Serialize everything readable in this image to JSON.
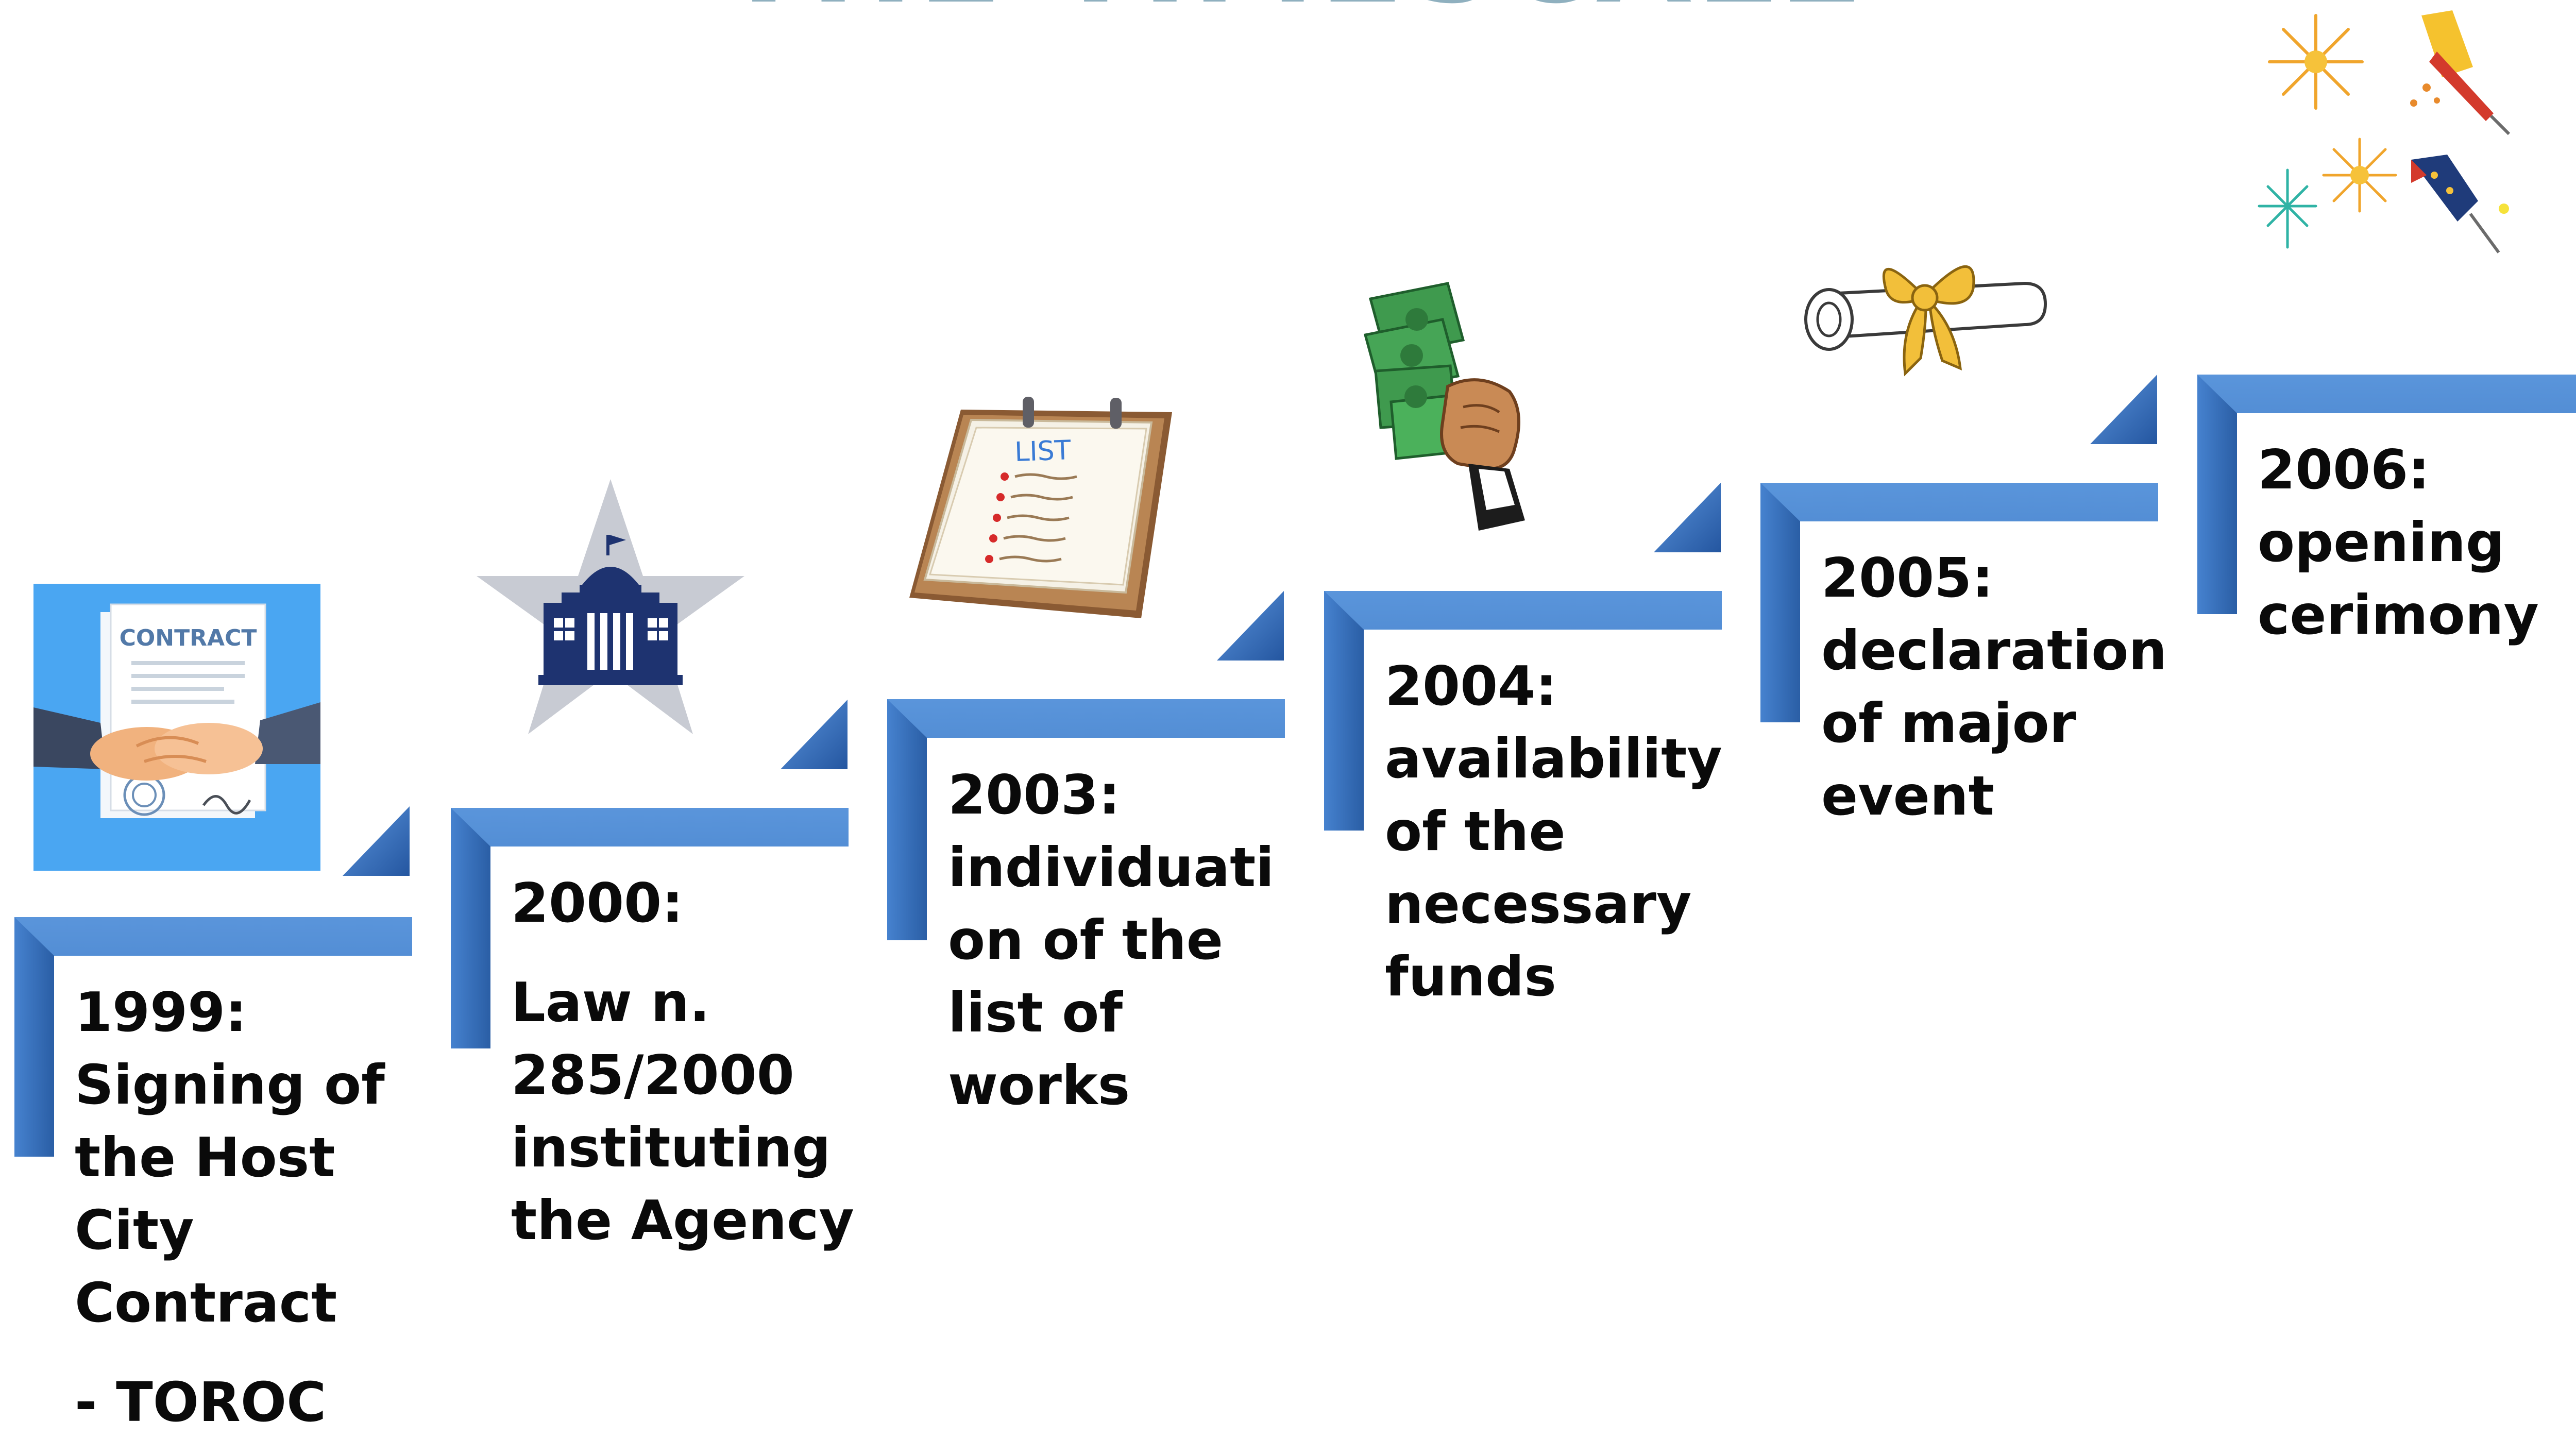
{
  "slide": {
    "title": "THE TIMESCALE"
  },
  "colors": {
    "title": "#8fb0bf",
    "step_blue": "#3d7bc8",
    "step_dark": "#2a5ea5",
    "text": "#0a0a0a"
  },
  "steps": [
    {
      "year_line": "1999:",
      "text_lines": [
        "Signing of",
        "the Host",
        "City",
        "Contract"
      ],
      "extra_line": "- TOROC",
      "icon": "contract-handshake-icon",
      "icon_text": "CONTRACT"
    },
    {
      "year_line": "2000:",
      "text_lines": [
        "Law  n.",
        "285/2000",
        "instituting",
        "the Agency"
      ],
      "icon": "government-building-star-icon"
    },
    {
      "year_line": "2003:",
      "text_lines": [
        "individuati",
        "on of the",
        "list of",
        "works"
      ],
      "icon": "list-clipboard-icon",
      "icon_text": "LIST"
    },
    {
      "year_line": "2004:",
      "text_lines": [
        "availability",
        "of the",
        "necessary",
        "funds"
      ],
      "icon": "money-hand-icon"
    },
    {
      "year_line": "2005:",
      "text_lines": [
        "declaration",
        "of major",
        "event"
      ],
      "icon": "diploma-scroll-icon"
    },
    {
      "year_line": "2006:",
      "text_lines": [
        "opening",
        "cerimony"
      ],
      "icon": "fireworks-icon"
    }
  ]
}
